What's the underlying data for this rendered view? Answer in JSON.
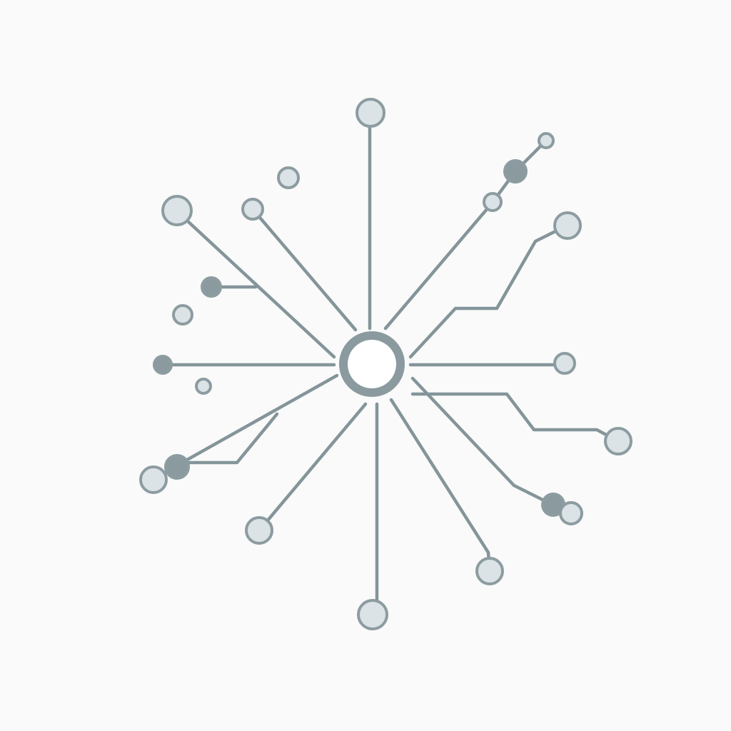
{
  "diagram": {
    "type": "radial-network",
    "layout": "hub-and-spoke",
    "branch_count": 14,
    "detached_dot_count": 4,
    "colors": {
      "background": "#fafafa",
      "line": "#84959a",
      "node_ring": "#8c9ca1",
      "node_fill": "#dbe3e6",
      "node_dark": "#8a9a9f",
      "hub_fill": "#ffffff"
    }
  }
}
